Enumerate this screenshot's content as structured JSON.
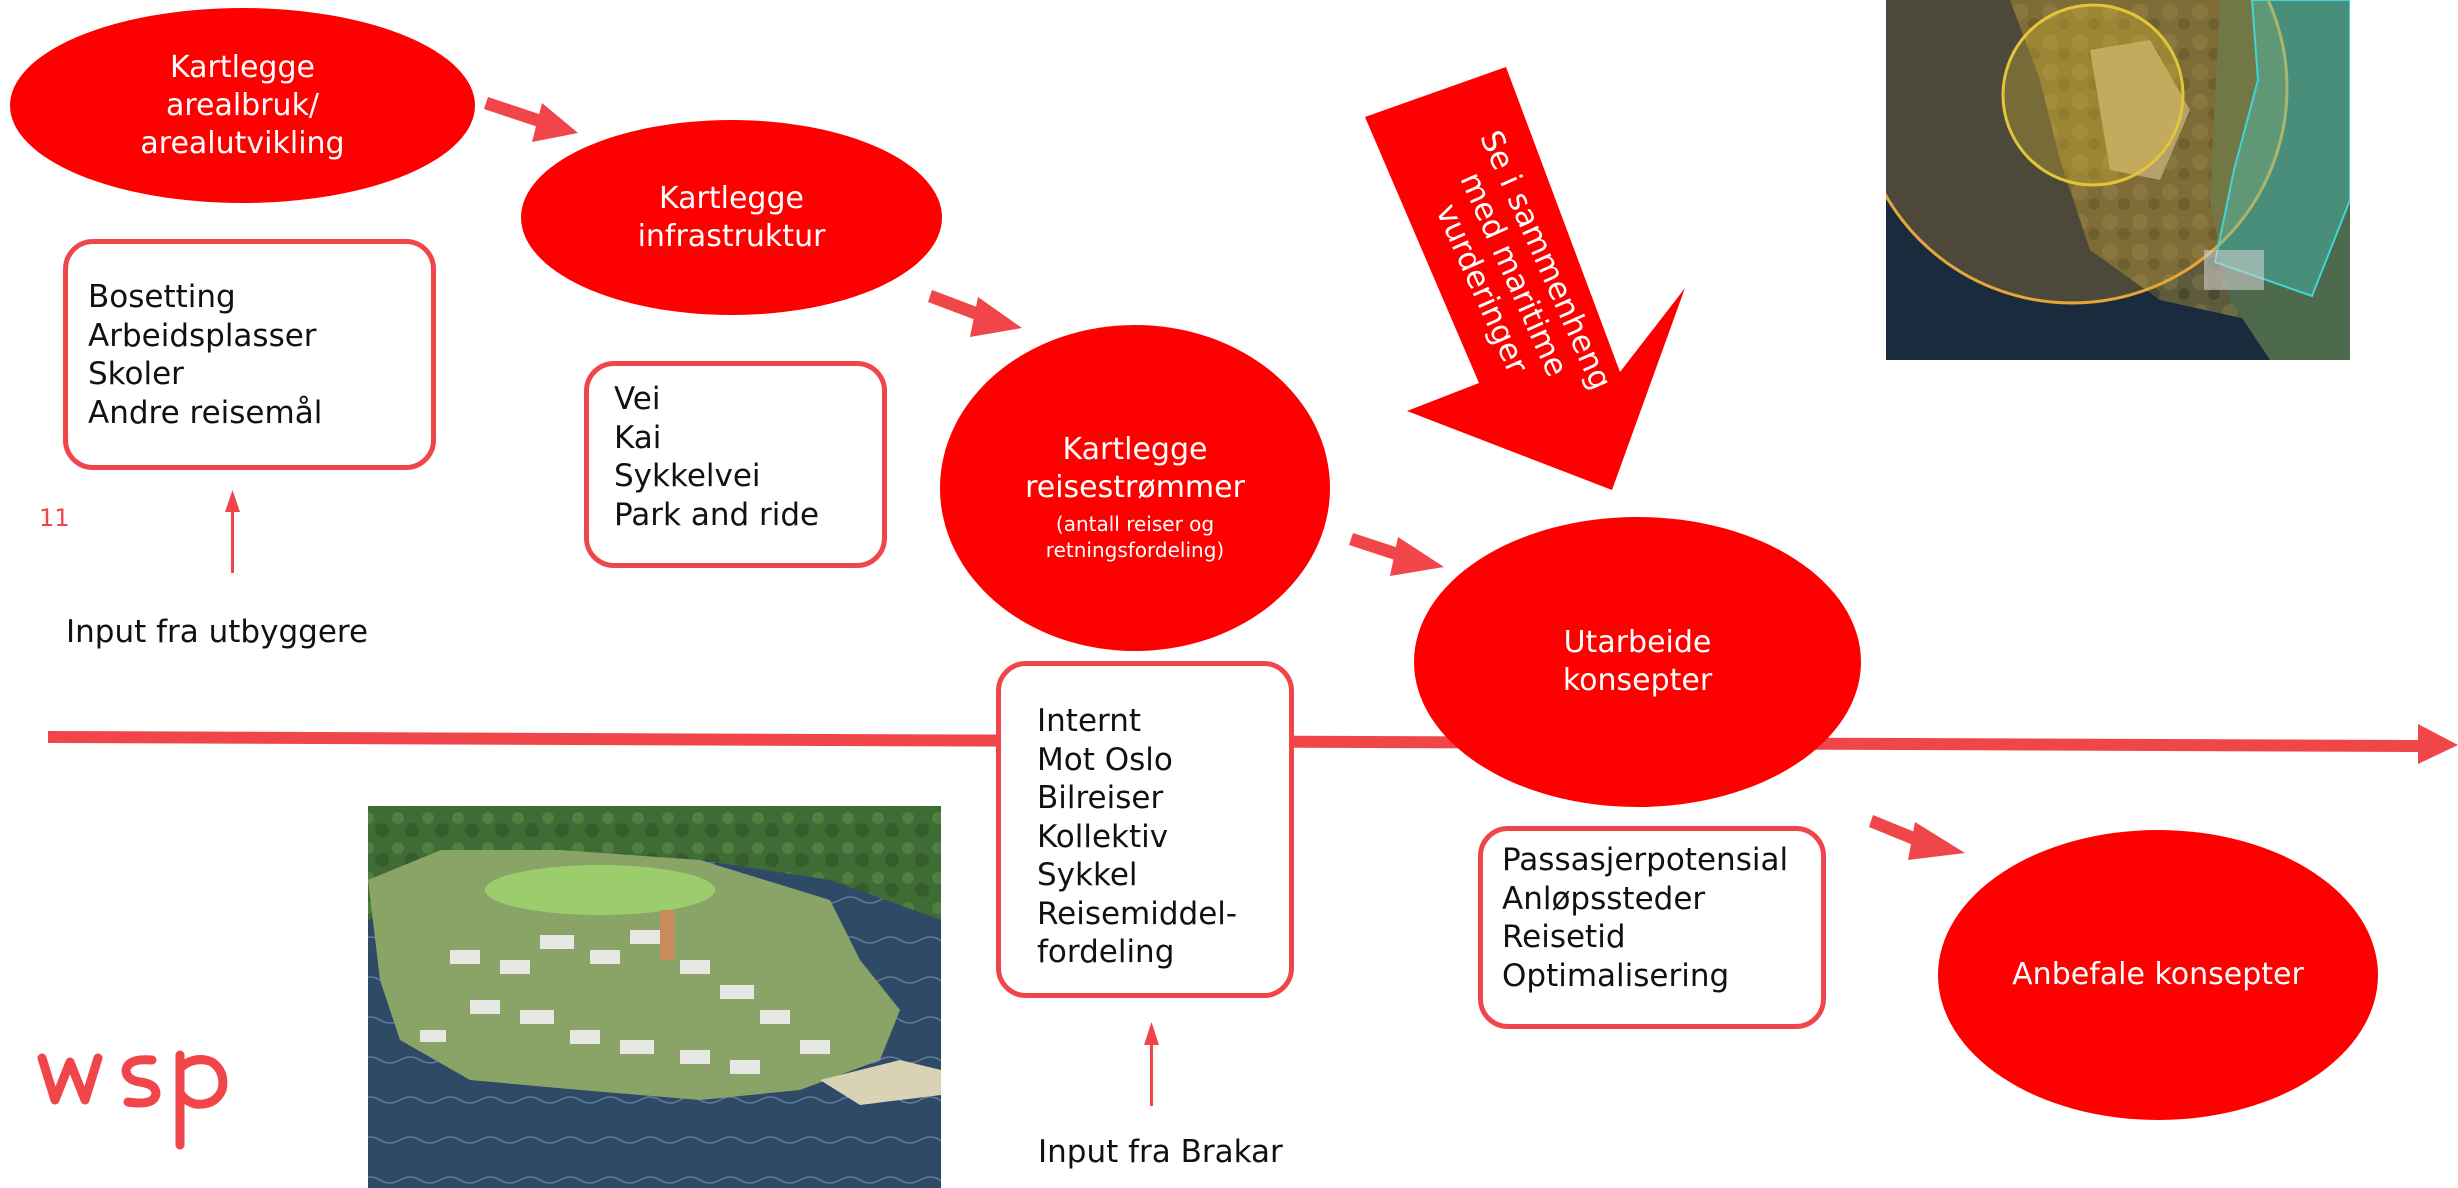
{
  "page_number": "11",
  "colors": {
    "accent": "#fe0000",
    "arrow": "#f0464a",
    "text": "#111111"
  },
  "nodes": {
    "arealbruk": {
      "title": "Kartlegge\narealbruk/\narealutvikling"
    },
    "infrastruktur": {
      "title": "Kartlegge\ninfrastruktur"
    },
    "reisestrommer": {
      "title": "Kartlegge\nreisestrømmer",
      "subtitle": "(antall reiser og\nretningsfordeling)"
    },
    "konsepter": {
      "title": "Utarbeide\nkonsepter"
    },
    "anbefale": {
      "title": "Anbefale konsepter"
    }
  },
  "boxes": {
    "arealbruk": [
      "Bosetting",
      "Arbeidsplasser",
      "Skoler",
      "Andre reisemål"
    ],
    "infrastruktur": [
      "Vei",
      "Kai",
      "Sykkelvei",
      "Park and ride"
    ],
    "reisestrommer": [
      "Internt",
      "Mot Oslo",
      "Bilreiser",
      "Kollektiv",
      "Sykkel",
      "Reisemiddel-",
      "fordeling"
    ],
    "konsepter": [
      "Passasjerpotensial",
      "Anløpssteder",
      "Reisetid",
      "Optimalisering"
    ]
  },
  "inputs": {
    "utbyggere": "Input fra utbyggere",
    "brakar": "Input fra Brakar"
  },
  "callout": {
    "text": "Se i sammenheng\nmed maritime\nvurderinger"
  },
  "images": {
    "map": "aerial-map-with-radius-circles",
    "render": "aerial-rendering-waterfront-development"
  },
  "logo": "wsp-logo"
}
